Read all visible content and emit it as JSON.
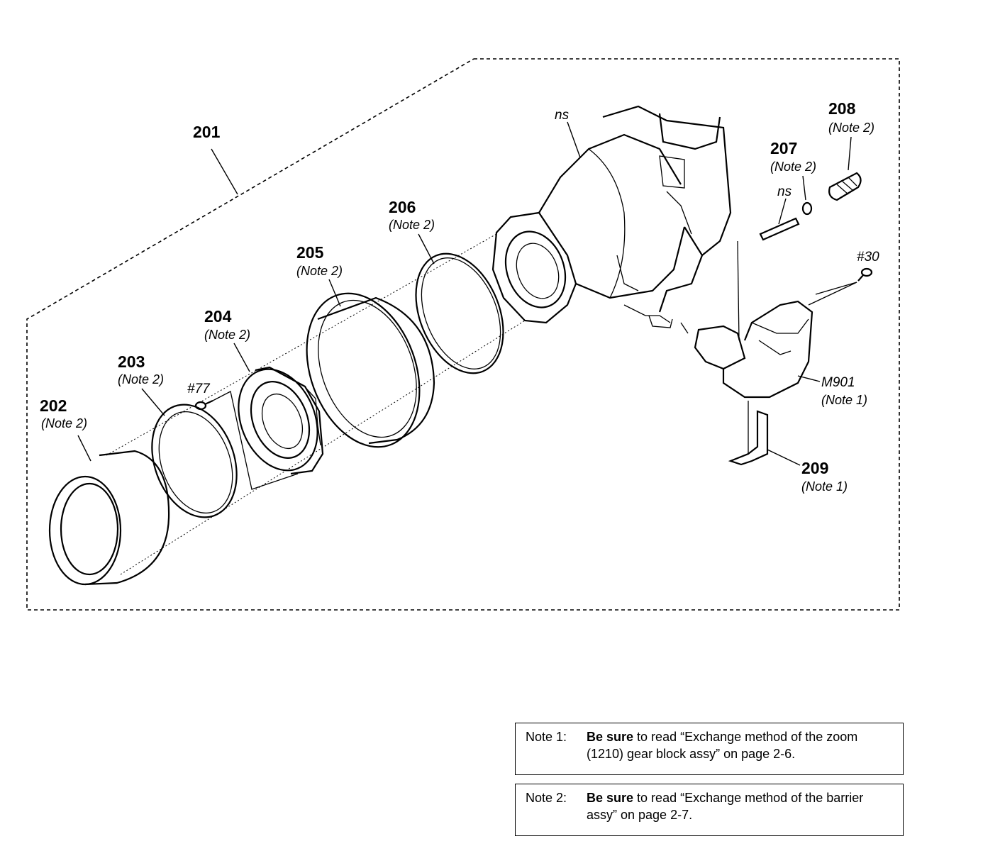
{
  "parts": {
    "p201": {
      "number": "201"
    },
    "p202": {
      "number": "202",
      "note": "(Note 2)"
    },
    "p203": {
      "number": "203",
      "note": "(Note 2)"
    },
    "p204": {
      "number": "204",
      "note": "(Note 2)"
    },
    "p205": {
      "number": "205",
      "note": "(Note 2)"
    },
    "p206": {
      "number": "206",
      "note": "(Note 2)"
    },
    "p207": {
      "number": "207",
      "note": "(Note 2)"
    },
    "p208": {
      "number": "208",
      "note": "(Note 2)"
    },
    "p209": {
      "number": "209",
      "note": "(Note 1)"
    },
    "m901": {
      "number": "M901",
      "note": "(Note 1)"
    },
    "screw77": {
      "number": "#77"
    },
    "screw30": {
      "number": "#30"
    },
    "ns_block": {
      "number": "ns"
    },
    "ns_shaft": {
      "number": "ns"
    }
  },
  "notes": {
    "note1": {
      "tag": "Note 1:",
      "bold": "Be sure",
      "text": " to read “Exchange method of the zoom (1210) gear block assy” on page 2-6."
    },
    "note2": {
      "tag": "Note 2:",
      "bold": "Be sure",
      "text": " to read “Exchange method of the barrier assy” on page 2-7."
    }
  }
}
